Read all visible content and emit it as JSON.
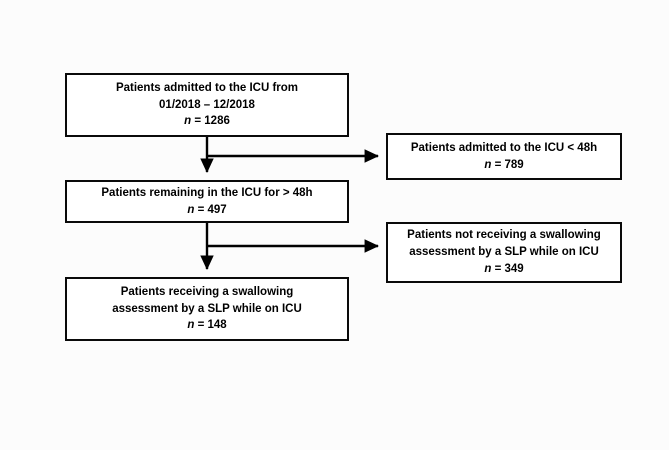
{
  "figure": {
    "type": "flowchart",
    "title": "",
    "background_color": "#fcfcfc",
    "box_border_color": "#0a0a0a",
    "connector_color": "#000000"
  },
  "nodes": {
    "admitted": {
      "line1": "Patients admitted to the ICU from",
      "line2": "01/2018 – 12/2018",
      "count_label": "n",
      "count_eq": "=",
      "count_value": "1286"
    },
    "lt48": {
      "line1": "Patients admitted to the ICU < 48h",
      "count_label": "n",
      "count_eq": "=",
      "count_value": "789"
    },
    "remaining": {
      "line1": "Patients remaining in the ICU for > 48h",
      "count_label": "n",
      "count_eq": "=",
      "count_value": "497"
    },
    "not_assessed": {
      "line1": "Patients not receiving a swallowing",
      "line2": "assessment by a SLP while on ICU",
      "count_label": "n",
      "count_eq": "=",
      "count_value": "349"
    },
    "assessed": {
      "line1": "Patients receiving a swallowing",
      "line2": "assessment by a SLP while on ICU",
      "count_label": "n",
      "count_eq": "=",
      "count_value": "148"
    }
  },
  "connectors": [
    {
      "name": "admitted-to-remaining",
      "label": ""
    },
    {
      "name": "admitted-to-lt48",
      "label": ""
    },
    {
      "name": "remaining-to-assessed",
      "label": ""
    },
    {
      "name": "remaining-to-not-assessed",
      "label": ""
    }
  ]
}
